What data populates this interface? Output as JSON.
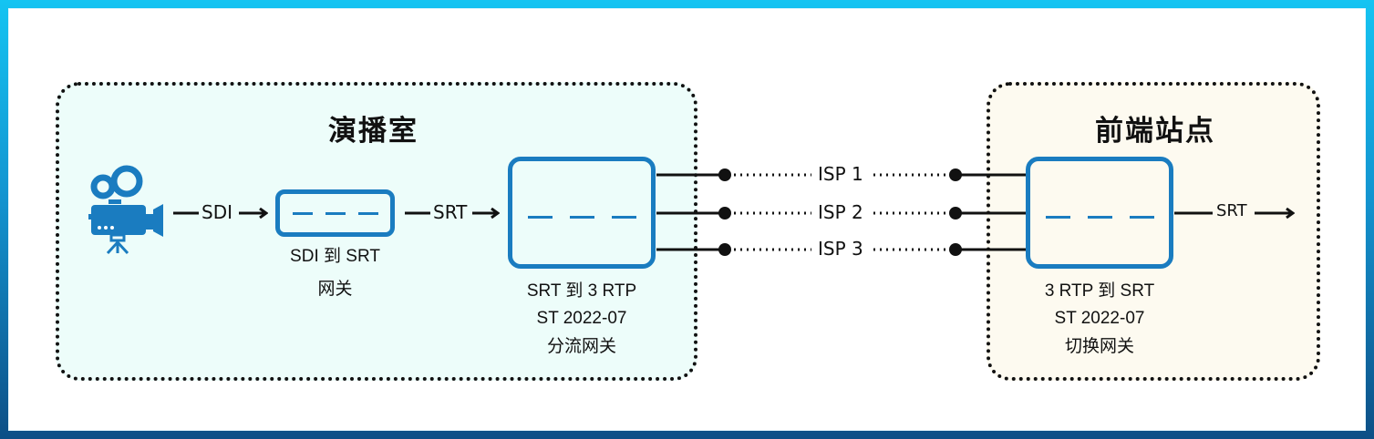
{
  "diagram": {
    "zones": {
      "studio": {
        "title": "演播室",
        "background": "#edfdfa"
      },
      "edge": {
        "title": "前端站点",
        "background": "#fdfaf0"
      }
    },
    "accent_color": "#1a7cc0",
    "nodes": {
      "camera": {
        "icon": "video-camera-icon"
      },
      "sdi_gateway": {
        "line1": "SDI 到 SRT",
        "line2": "网关"
      },
      "split_gateway": {
        "line1": "SRT 到 3 RTP",
        "line2": "ST 2022-07",
        "line3": "分流网关"
      },
      "switch_gateway": {
        "line1": "3 RTP 到 SRT",
        "line2": "ST 2022-07",
        "line3": "切换网关"
      }
    },
    "flows": {
      "camera_to_sdi": "SDI",
      "sdi_to_split": "SRT",
      "output": "SRT"
    },
    "isp_links": [
      {
        "label": "ISP 1"
      },
      {
        "label": "ISP 2"
      },
      {
        "label": "ISP 3"
      }
    ]
  }
}
